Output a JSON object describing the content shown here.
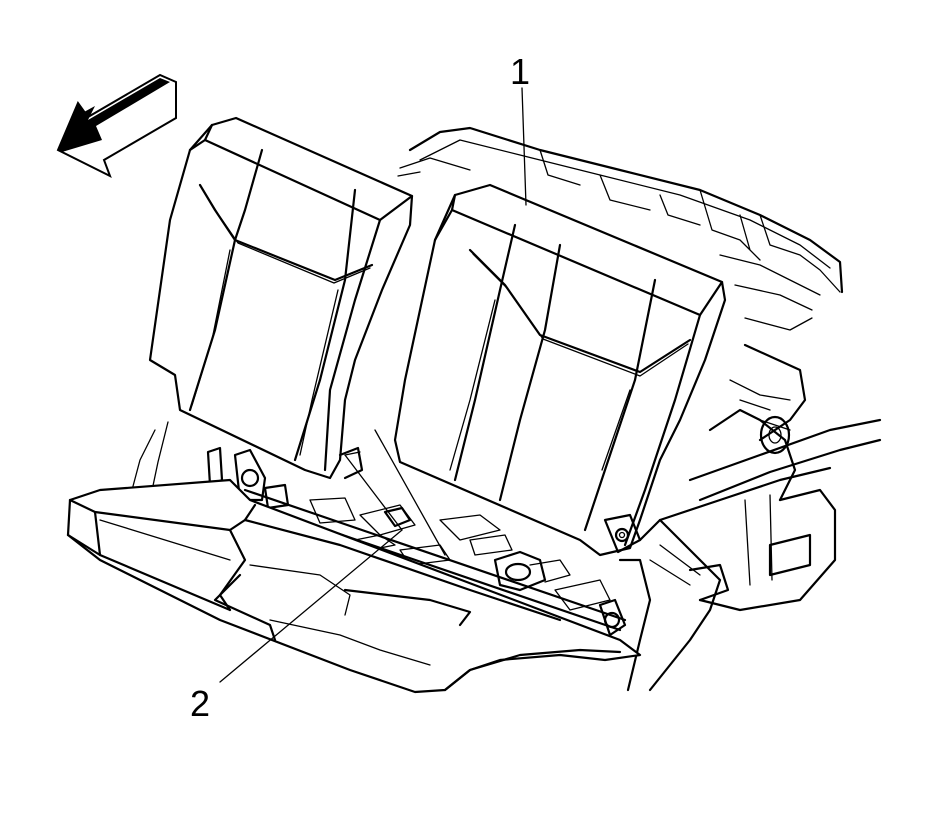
{
  "diagram": {
    "callouts": [
      {
        "id": "callout-1",
        "label": "1"
      },
      {
        "id": "callout-2",
        "label": "2"
      }
    ],
    "colors": {
      "line": "#000000",
      "background": "#ffffff"
    },
    "icons": [
      "forward-direction-arrow-icon"
    ]
  }
}
